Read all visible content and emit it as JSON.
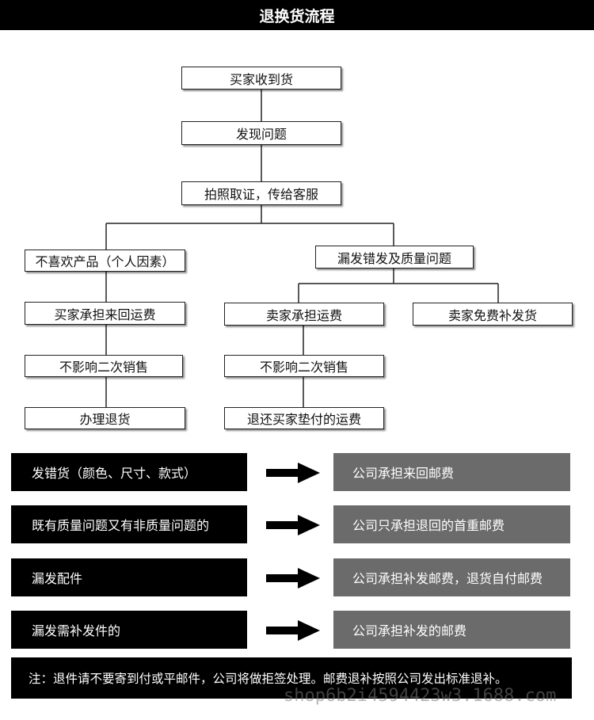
{
  "header": {
    "title": "退换货流程"
  },
  "flow": {
    "buyer_received": "买家收到货",
    "found_problem": "发现问题",
    "photo_evidence": "拍照取证，传给客服",
    "left_branch": {
      "title": "不喜欢产品（个人因素）",
      "step1": "买家承担来回运费",
      "step2": "不影响二次销售",
      "step3": "办理退货"
    },
    "right_branch": {
      "title": "漏发错发及质量问题",
      "a_step1": "卖家承担运费",
      "a_step2": "不影响二次销售",
      "a_step3": "退还买家垫付的运费",
      "b_step1": "卖家免费补发货"
    }
  },
  "policies": [
    {
      "case": "发错货（颜色、尺寸、款式）",
      "result": "公司承担来回邮费"
    },
    {
      "case": "既有质量问题又有非质量问题的",
      "result": "公司只承担退回的首重邮费"
    },
    {
      "case": "漏发配件",
      "result": "公司承担补发邮费，退货自付邮费"
    },
    {
      "case": "漏发需补发件的",
      "result": "公司承担补发的邮费"
    }
  ],
  "note": "注：退件请不要寄到付或平邮件，公司将做拒签处理。邮费退补按照公司发出标准退补。",
  "watermark": "shop6b2i4594423w3.1688.com",
  "colors": {
    "dark": "#000000",
    "gray": "#6b6b6b",
    "line": "#222222"
  }
}
